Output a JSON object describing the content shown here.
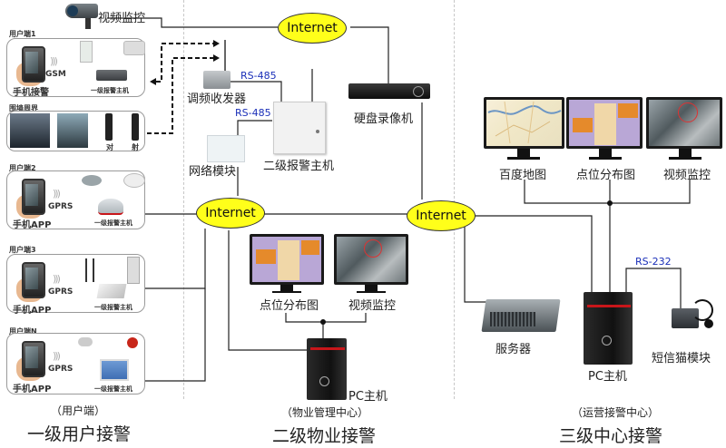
{
  "title": "三级联网报警系统拓扑图",
  "network": {
    "internet_label": "Internet",
    "rs485_label": "RS-485",
    "rs232_label": "RS-232"
  },
  "colors": {
    "internet_fill": "#ffff1a",
    "protocol_text": "#1a2fb8",
    "line": "#222222",
    "divider": "#c7c7c7"
  },
  "tier1": {
    "video_camera_label": "视频监控",
    "users": [
      {
        "name": "用户端1",
        "channel": "GSM",
        "terminal": "手机接警",
        "host": "一级报警主机"
      },
      {
        "name": "围墙周界",
        "sensors": [
          "对",
          "射"
        ]
      },
      {
        "name": "用户端2",
        "channel": "GPRS",
        "terminal": "手机APP",
        "host": "一级报警主机"
      },
      {
        "name": "用户端3",
        "channel": "GPRS",
        "terminal": "手机APP",
        "host": "一级报警主机"
      },
      {
        "name": "用户端N",
        "channel": "GPRS",
        "terminal": "手机APP",
        "host": "一级报警主机"
      }
    ],
    "subtitle": "（用户端）",
    "heading": "一级用户接警"
  },
  "tier2": {
    "transceiver": "调频收发器",
    "network_module": "网络模块",
    "alarm_host": "二级报警主机",
    "dvr": "硬盘录像机",
    "monitors": [
      "点位分布图",
      "视频监控"
    ],
    "pc": "PC主机",
    "subtitle": "（物业管理中心）",
    "heading": "二级物业接警"
  },
  "tier3": {
    "monitors": [
      "百度地图",
      "点位分布图",
      "视频监控"
    ],
    "server": "服务器",
    "pc": "PC主机",
    "sms_modem": "短信猫模块",
    "subtitle": "（运营接警中心）",
    "heading": "三级中心接警"
  }
}
